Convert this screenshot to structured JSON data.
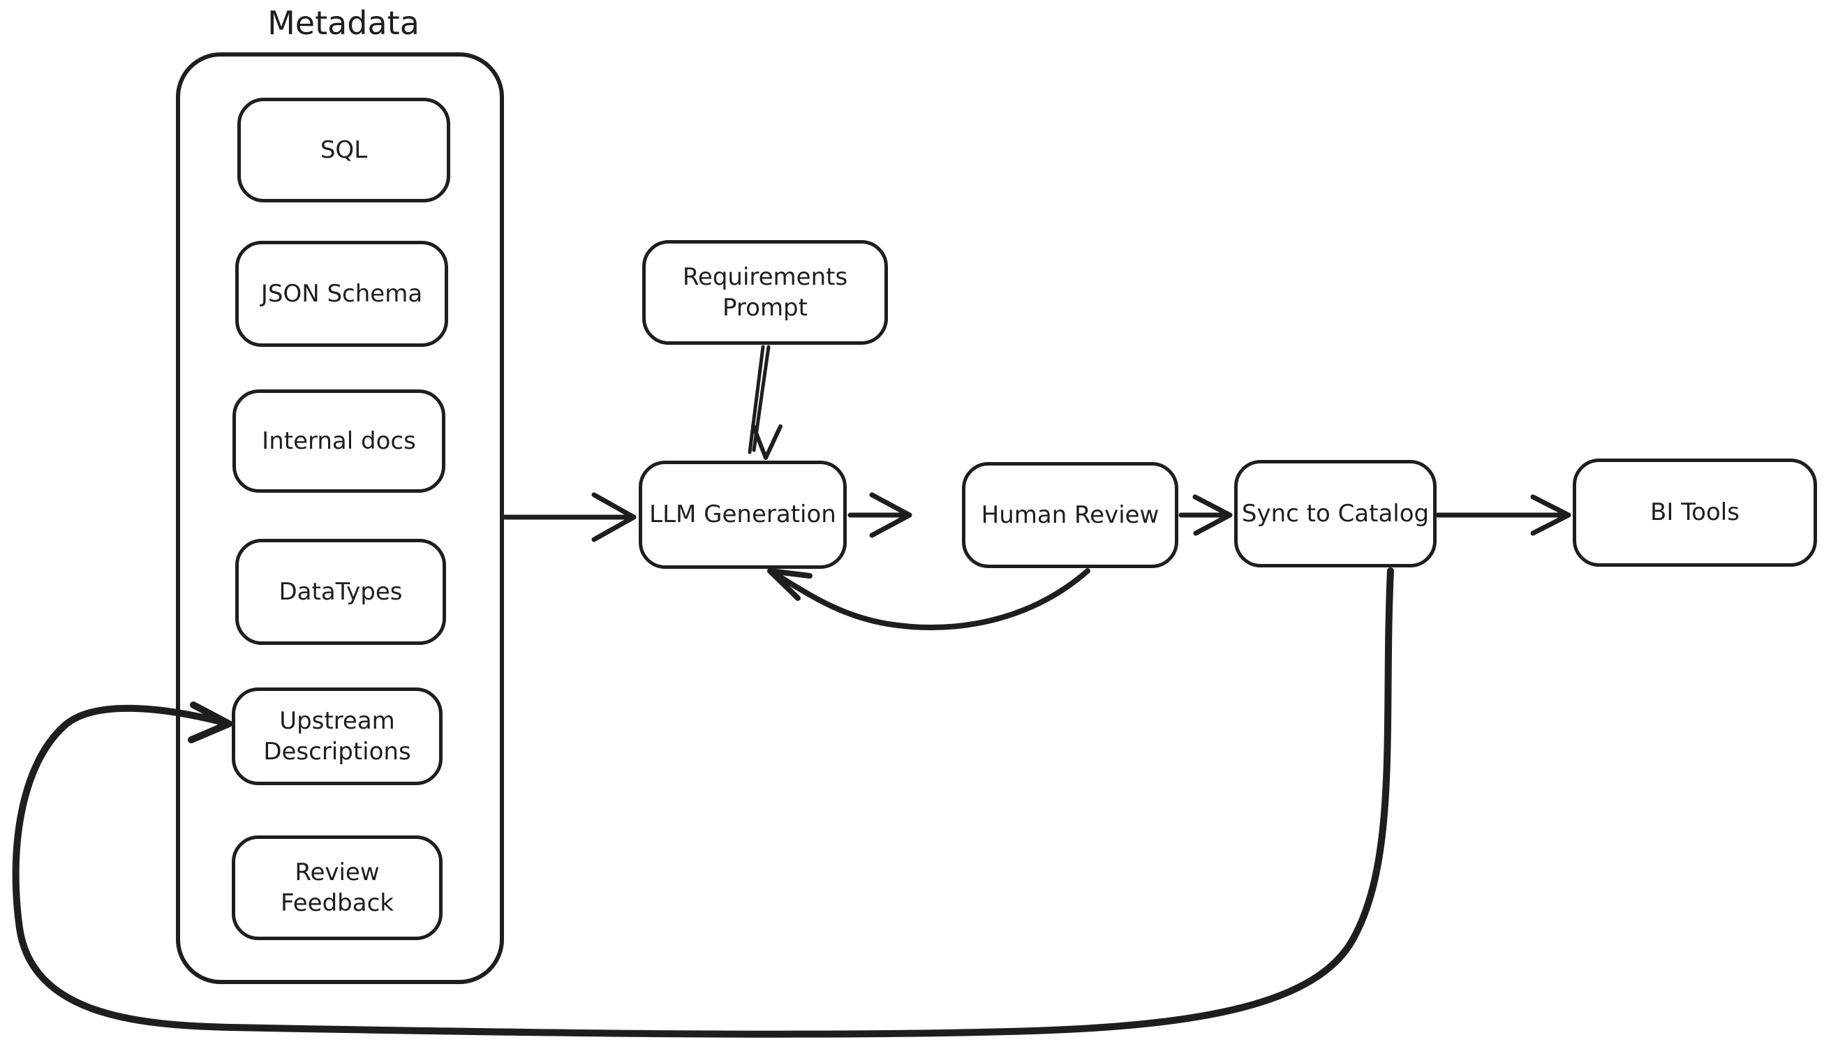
{
  "diagram": {
    "type": "flowchart",
    "style": "hand-drawn-sketch",
    "background_color": "#ffffff",
    "stroke_color": "#1e1e1e",
    "group": {
      "label": "Metadata",
      "children": [
        "SQL",
        "JSON Schema",
        "Internal docs",
        "DataTypes",
        "Upstream Descriptions",
        "Review Feedback"
      ]
    },
    "nodes": {
      "metadata_group": {
        "label": "Metadata"
      },
      "sql": {
        "label": "SQL"
      },
      "json_schema": {
        "label": "JSON Schema"
      },
      "internal_docs": {
        "label": "Internal docs"
      },
      "datatypes": {
        "label": "DataTypes"
      },
      "upstream_descriptions": {
        "label": "Upstream Descriptions"
      },
      "review_feedback": {
        "label": "Review Feedback"
      },
      "requirements_prompt": {
        "label": "Requirements Prompt"
      },
      "llm_generation": {
        "label": "LLM Generation"
      },
      "human_review": {
        "label": "Human Review"
      },
      "sync_to_catalog": {
        "label": "Sync to Catalog"
      },
      "bi_tools": {
        "label": "BI Tools"
      }
    },
    "edges": [
      {
        "from": "Metadata",
        "to": "LLM Generation",
        "shape": "straight-arrow"
      },
      {
        "from": "Requirements Prompt",
        "to": "LLM Generation",
        "shape": "straight-arrow"
      },
      {
        "from": "LLM Generation",
        "to": "Human Review",
        "shape": "straight-arrow"
      },
      {
        "from": "Human Review",
        "to": "Sync to Catalog",
        "shape": "straight-arrow"
      },
      {
        "from": "Sync to Catalog",
        "to": "BI Tools",
        "shape": "straight-arrow"
      },
      {
        "from": "Human Review",
        "to": "LLM Generation",
        "shape": "curved-feedback-arrow"
      },
      {
        "from": "Sync to Catalog",
        "to": "Upstream Descriptions",
        "shape": "long-loop-feedback-arrow"
      }
    ]
  }
}
